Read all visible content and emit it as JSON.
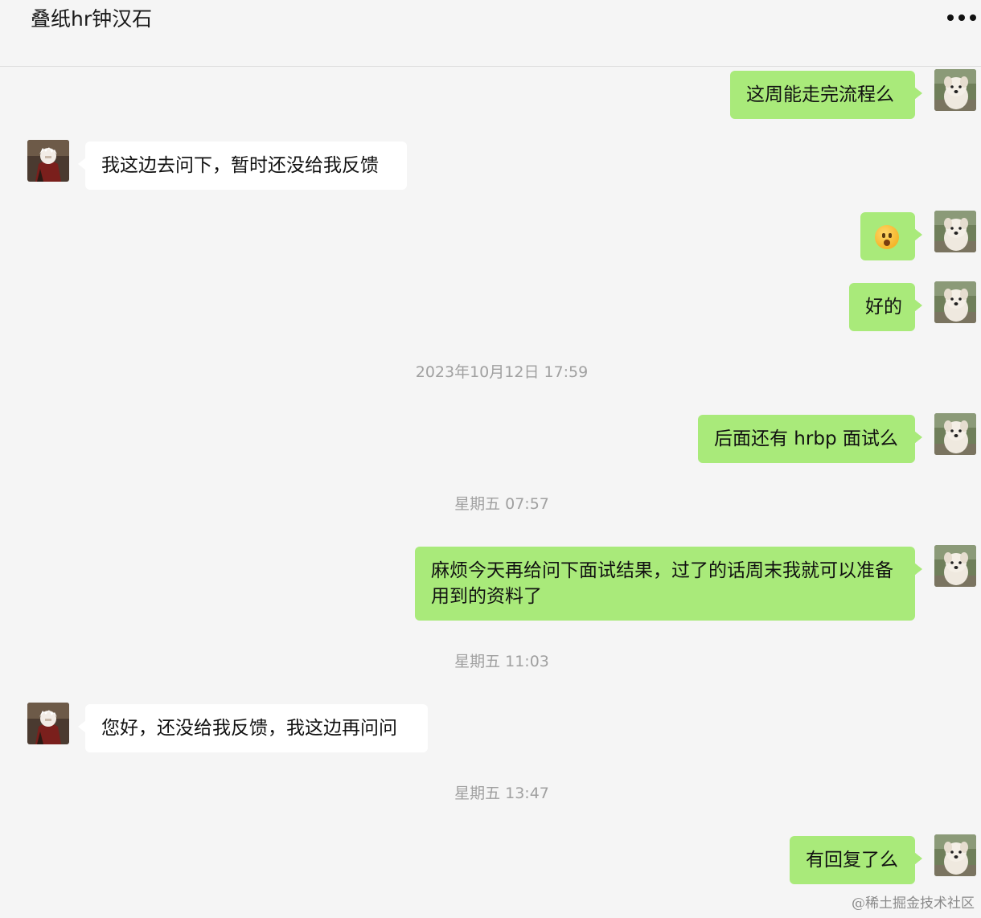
{
  "header": {
    "title": "叠纸hr钟汉石",
    "more_icon": "more-horizontal-icon"
  },
  "messages": [
    {
      "sender": "me",
      "text": "这周能走完流程么"
    },
    {
      "sender": "contact",
      "text": "我这边去问下，暂时还没给我反馈"
    },
    {
      "sender": "me",
      "emoji": "hushed-face-emoji"
    },
    {
      "sender": "me",
      "text": "好的"
    },
    {
      "timestamp": "2023年10月12日 17:59"
    },
    {
      "sender": "me",
      "text": "后面还有 hrbp 面试么"
    },
    {
      "timestamp": "星期五 07:57"
    },
    {
      "sender": "me",
      "text": "麻烦今天再给问下面试结果，过了的话周末我就可以准备用到的资料了"
    },
    {
      "timestamp": "星期五 11:03"
    },
    {
      "sender": "contact",
      "text": "您好，还没给我反馈，我这边再问问"
    },
    {
      "timestamp": "星期五 13:47"
    },
    {
      "sender": "me",
      "text": "有回复了么"
    }
  ],
  "watermark": "@稀土掘金技术社区",
  "colors": {
    "outgoing_bubble": "#a9ea7a",
    "incoming_bubble": "#ffffff",
    "background": "#f5f5f5",
    "timestamp_text": "#a0a0a0"
  }
}
